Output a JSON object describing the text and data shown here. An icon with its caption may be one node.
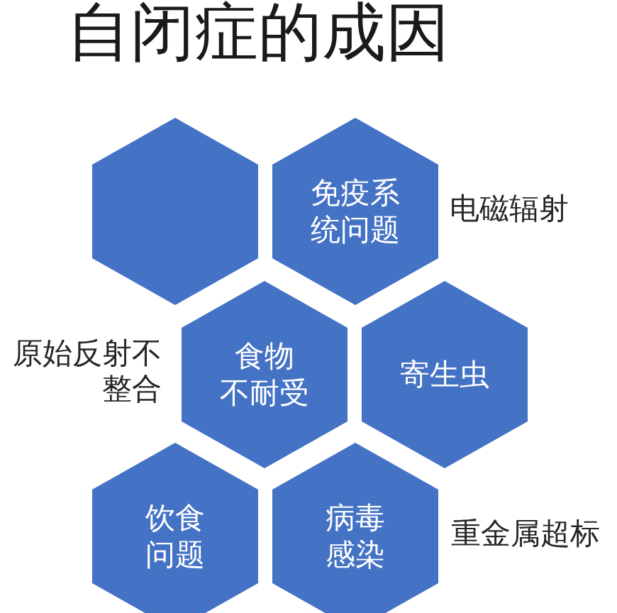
{
  "diagram": {
    "title": "自闭症的成因",
    "nodes": [
      {
        "text": [],
        "shape": "hexagon"
      },
      {
        "text": [
          "免疫系统问题"
        ]
      },
      {
        "text": [
          "食物不耐受"
        ]
      },
      {
        "text": [
          "寄生虫"
        ]
      },
      {
        "text": [
          "饮食问题"
        ]
      },
      {
        "text": [
          "病毒感染"
        ]
      }
    ],
    "labels": [
      "电磁辐射",
      "原始反射不整合",
      "重金属超标"
    ]
  }
}
